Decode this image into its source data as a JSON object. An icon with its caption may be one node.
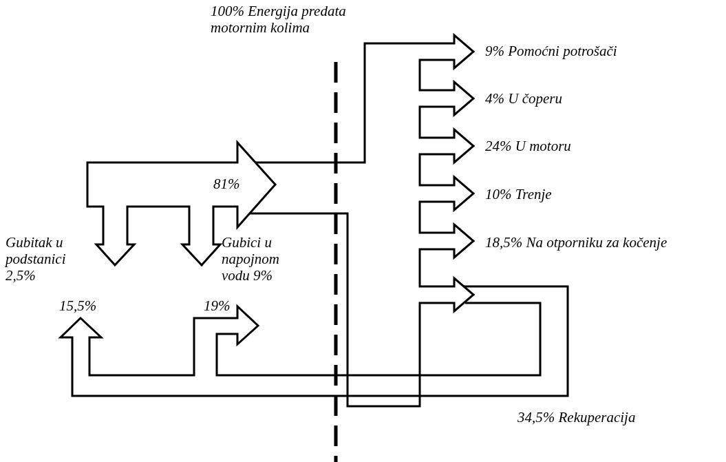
{
  "diagram": {
    "labels": [
      "100% Energija predata motornim kolima",
      "9% Pomoćni potrošači",
      "4% U čoperu",
      "24% U motoru",
      "81%",
      "10% Trenje",
      "Gubitak u podstanici 2,5%",
      "Gubici u napojnom vodu 9%",
      "18,5% Na otporniku za kočenje",
      "15,5%",
      "19%",
      "34,5% Rekuperacija"
    ]
  }
}
